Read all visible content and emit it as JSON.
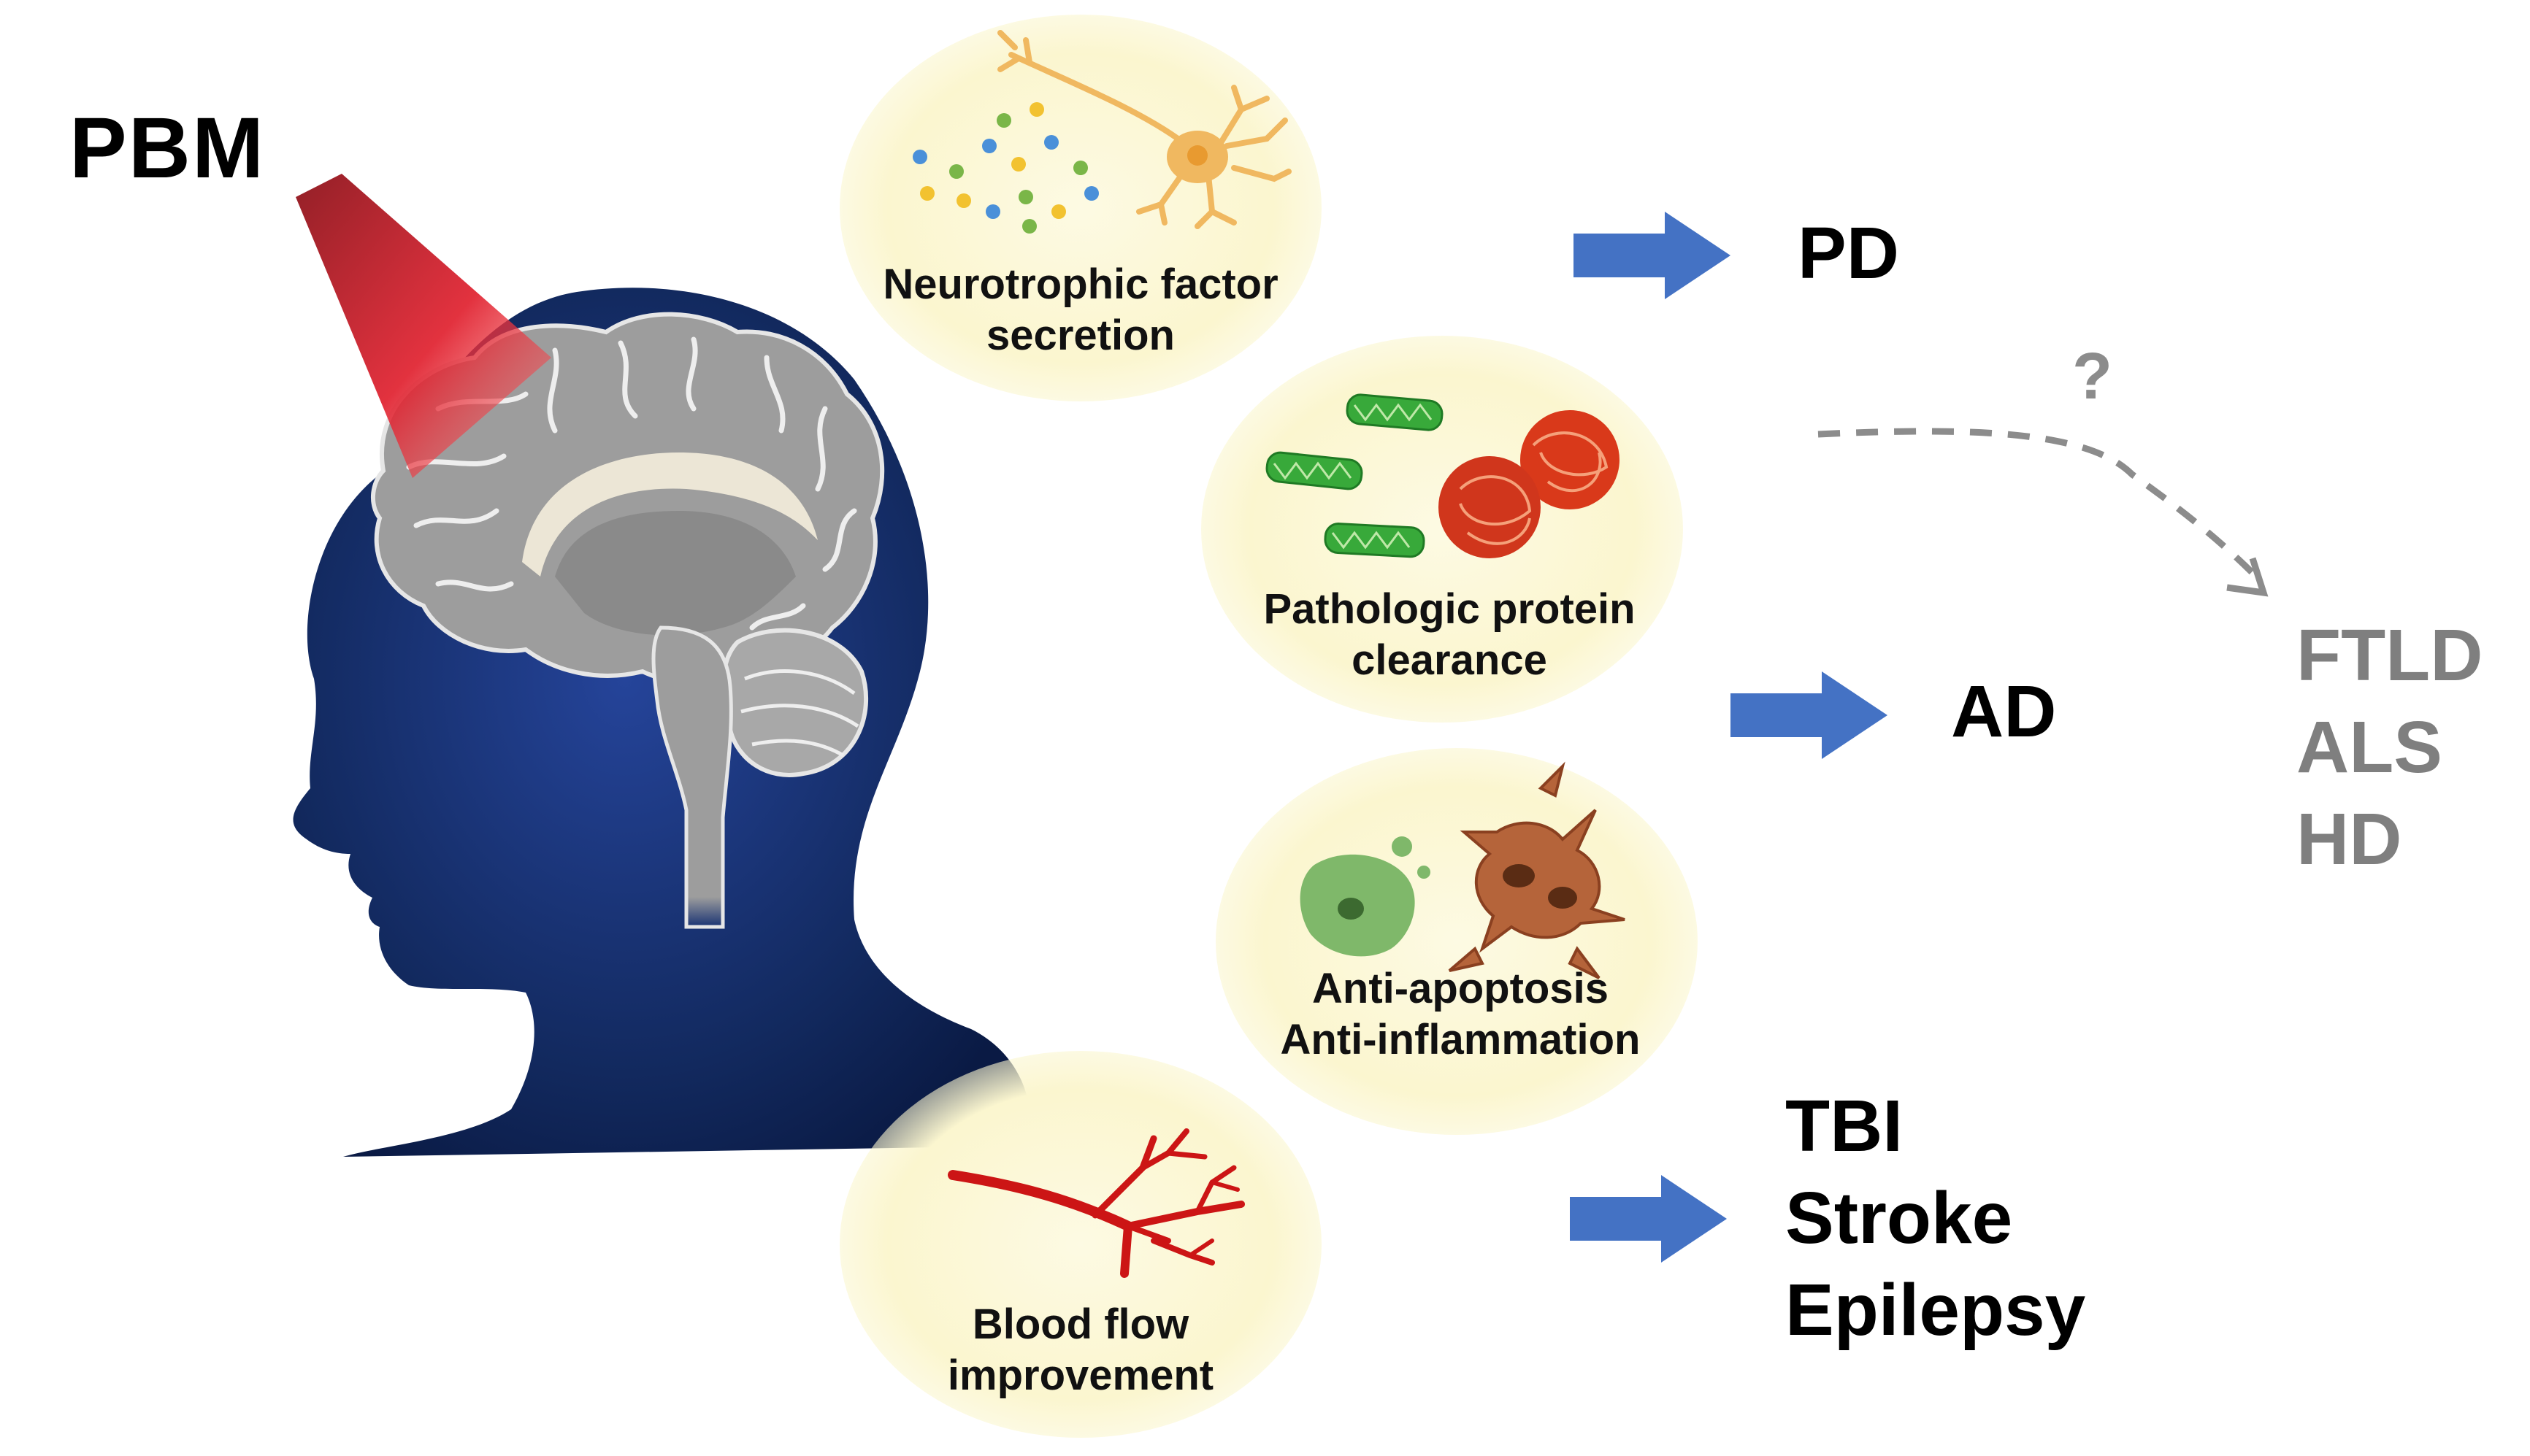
{
  "pbm_label": "PBM",
  "mechanisms": {
    "neurotrophic": [
      "Neurotrophic factor",
      "secretion"
    ],
    "protein": [
      "Pathologic protein",
      "clearance"
    ],
    "apoptosis": [
      "Anti-apoptosis",
      "Anti-inflammation"
    ],
    "blood": [
      "Blood flow",
      "improvement"
    ]
  },
  "outcomes": {
    "pd": "PD",
    "ad": "AD",
    "tbi": [
      "TBI",
      "Stroke",
      "Epilepsy"
    ],
    "uncertain": [
      "FTLD",
      "ALS",
      "HD"
    ],
    "question": "?"
  },
  "colors": {
    "head": "#12295e",
    "brain": "#9d9d9d",
    "brain_light": "#d0d0d0",
    "bubble": "#fbf7d2",
    "arrow": "#4472c4",
    "light_beam": "#e0202e",
    "gray_text": "#7f7f7f"
  }
}
